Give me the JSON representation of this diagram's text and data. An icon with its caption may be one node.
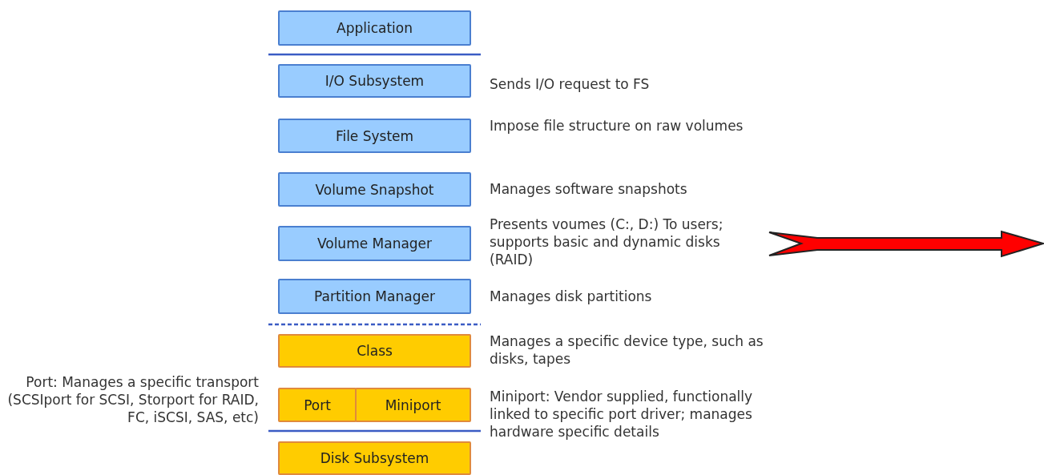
{
  "diagram": {
    "nodes": [
      {
        "text": [
          "Application"
        ]
      },
      {
        "text": [
          "I/O Subsystem"
        ],
        "beside": [
          "Sends I/O request to FS"
        ]
      },
      {
        "text": [
          "File System"
        ],
        "beside": [
          "Impose file structure on raw volumes"
        ]
      },
      {
        "text": [
          "Volume Snapshot"
        ],
        "beside": [
          "Manages software snapshots"
        ]
      },
      {
        "text": [
          "Volume Manager"
        ],
        "beside": [
          "Presents voumes (C:, D:) To users; supports basic and dynamic disks (RAID)"
        ]
      },
      {
        "text": [
          "Partition Manager"
        ],
        "beside": [
          "Manages disk partitions"
        ]
      },
      {
        "text": [
          "Class"
        ],
        "beside": [
          "Manages a specific device type, such as disks, tapes"
        ]
      },
      {
        "text": [
          "Port"
        ],
        "beside": [
          "Port: Manages a specific transport (SCSIport for SCSI, Storport for RAID, FC, iSCSI, SAS, etc)"
        ]
      },
      {
        "text": [
          "Miniport"
        ],
        "beside": [
          "Miniport: Vendor supplied, functionally linked to specific port driver; manages hardware specific details"
        ]
      },
      {
        "text": [
          "Disk Subsystem"
        ]
      }
    ]
  }
}
